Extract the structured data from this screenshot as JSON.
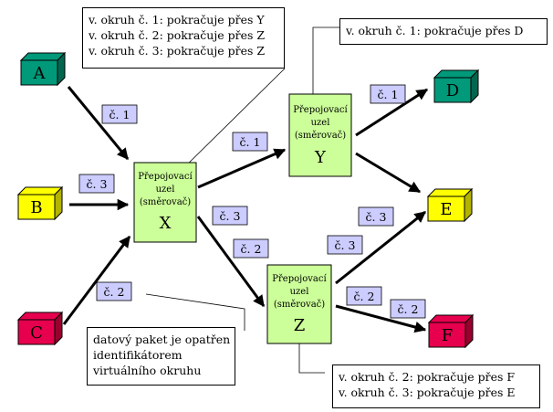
{
  "colors": {
    "switch_fill": "#ccff99",
    "label_fill": "#ccccff",
    "A": "#00997a",
    "B": "#ffff00",
    "C": "#e6004d",
    "D": "#00997a",
    "E": "#ffff00",
    "F": "#e6004d"
  },
  "endpoints": {
    "A": "A",
    "B": "B",
    "C": "C",
    "D": "D",
    "E": "E",
    "F": "F"
  },
  "switches": {
    "X": {
      "line1": "Přepojovací",
      "line2": "uzel",
      "line3": "(směrovač)",
      "name": "X"
    },
    "Y": {
      "line1": "Přepojovací",
      "line2": "uzel",
      "line3": "(směrovač)",
      "name": "Y"
    },
    "Z": {
      "line1": "Přepojovací",
      "line2": "uzel",
      "line3": "(směrovač)",
      "name": "Z"
    }
  },
  "circuit_labels": {
    "a_x": "č. 1",
    "b_x": "č. 3",
    "c_x": "č. 2",
    "x_y": "č. 1",
    "x_z_1": "č. 3",
    "x_z_2": "č. 2",
    "y_d": "č. 1",
    "z_e_1": "č. 3",
    "z_e_2": "č. 3",
    "z_f_1": "č. 2",
    "z_f_2": "č. 2"
  },
  "callouts": {
    "x_table": [
      "v. okruh č. 1: pokračuje přes Y",
      "v. okruh č. 2: pokračuje přes Z",
      "v. okruh č. 3: pokračuje přes Z"
    ],
    "y_table": [
      "v. okruh č. 1: pokračuje přes D"
    ],
    "z_table": [
      "v. okruh č. 2: pokračuje přes F",
      "v. okruh č. 3: pokračuje přes E"
    ],
    "packet_note": [
      "datový paket je opatřen",
      "identifikátorem",
      "virtuálního okruhu"
    ]
  }
}
